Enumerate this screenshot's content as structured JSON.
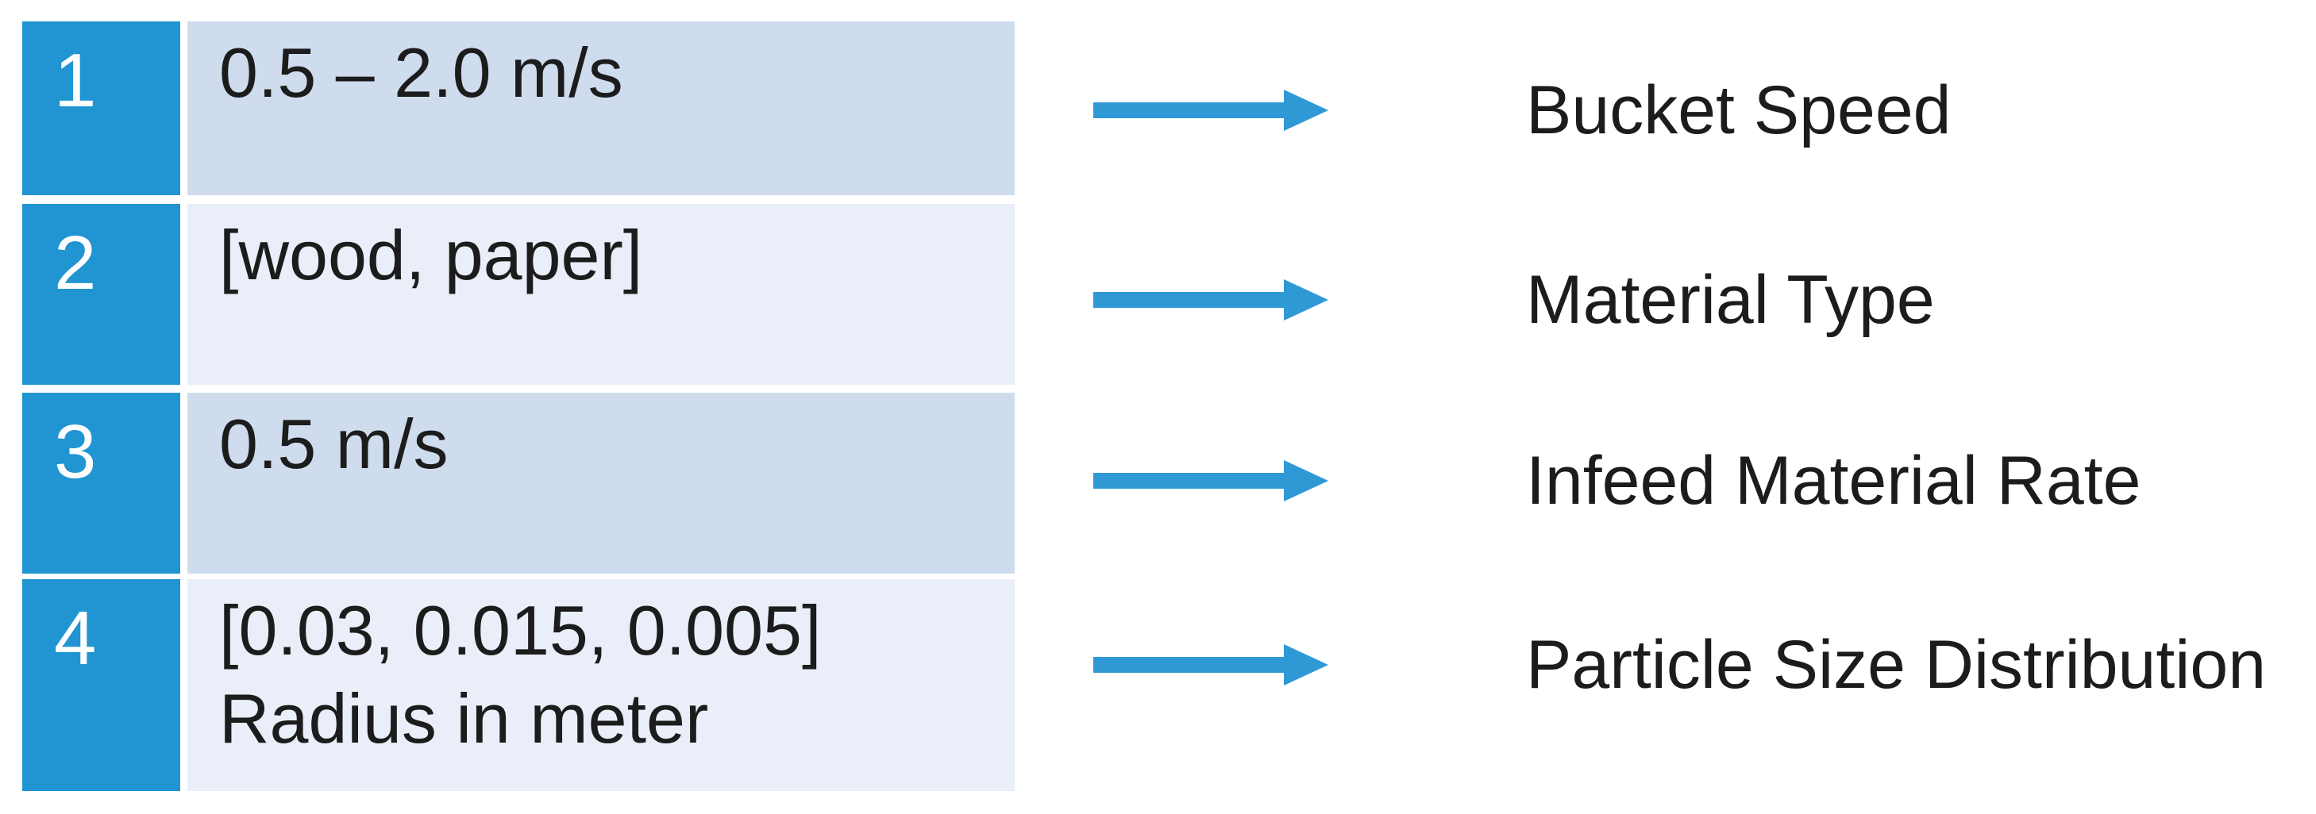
{
  "colors": {
    "accent_blue": "#2095d2",
    "arrow_blue": "#2f99d6",
    "row_shade_dark": "#cedcee",
    "row_shade_light": "#e9eef8",
    "number_text": "#ffffff",
    "text": "#1c1c1c",
    "background": "#ffffff"
  },
  "rows": [
    {
      "index": "1",
      "value_lines": [
        "0.5 – 2.0 m/s"
      ],
      "label": "Bucket Speed"
    },
    {
      "index": "2",
      "value_lines": [
        "[wood, paper]"
      ],
      "label": "Material Type"
    },
    {
      "index": "3",
      "value_lines": [
        "0.5 m/s"
      ],
      "label": "Infeed Material Rate"
    },
    {
      "index": "4",
      "value_lines": [
        "[0.03, 0.015, 0.005]",
        "Radius in meter"
      ],
      "label": "Particle Size Distribution"
    }
  ]
}
